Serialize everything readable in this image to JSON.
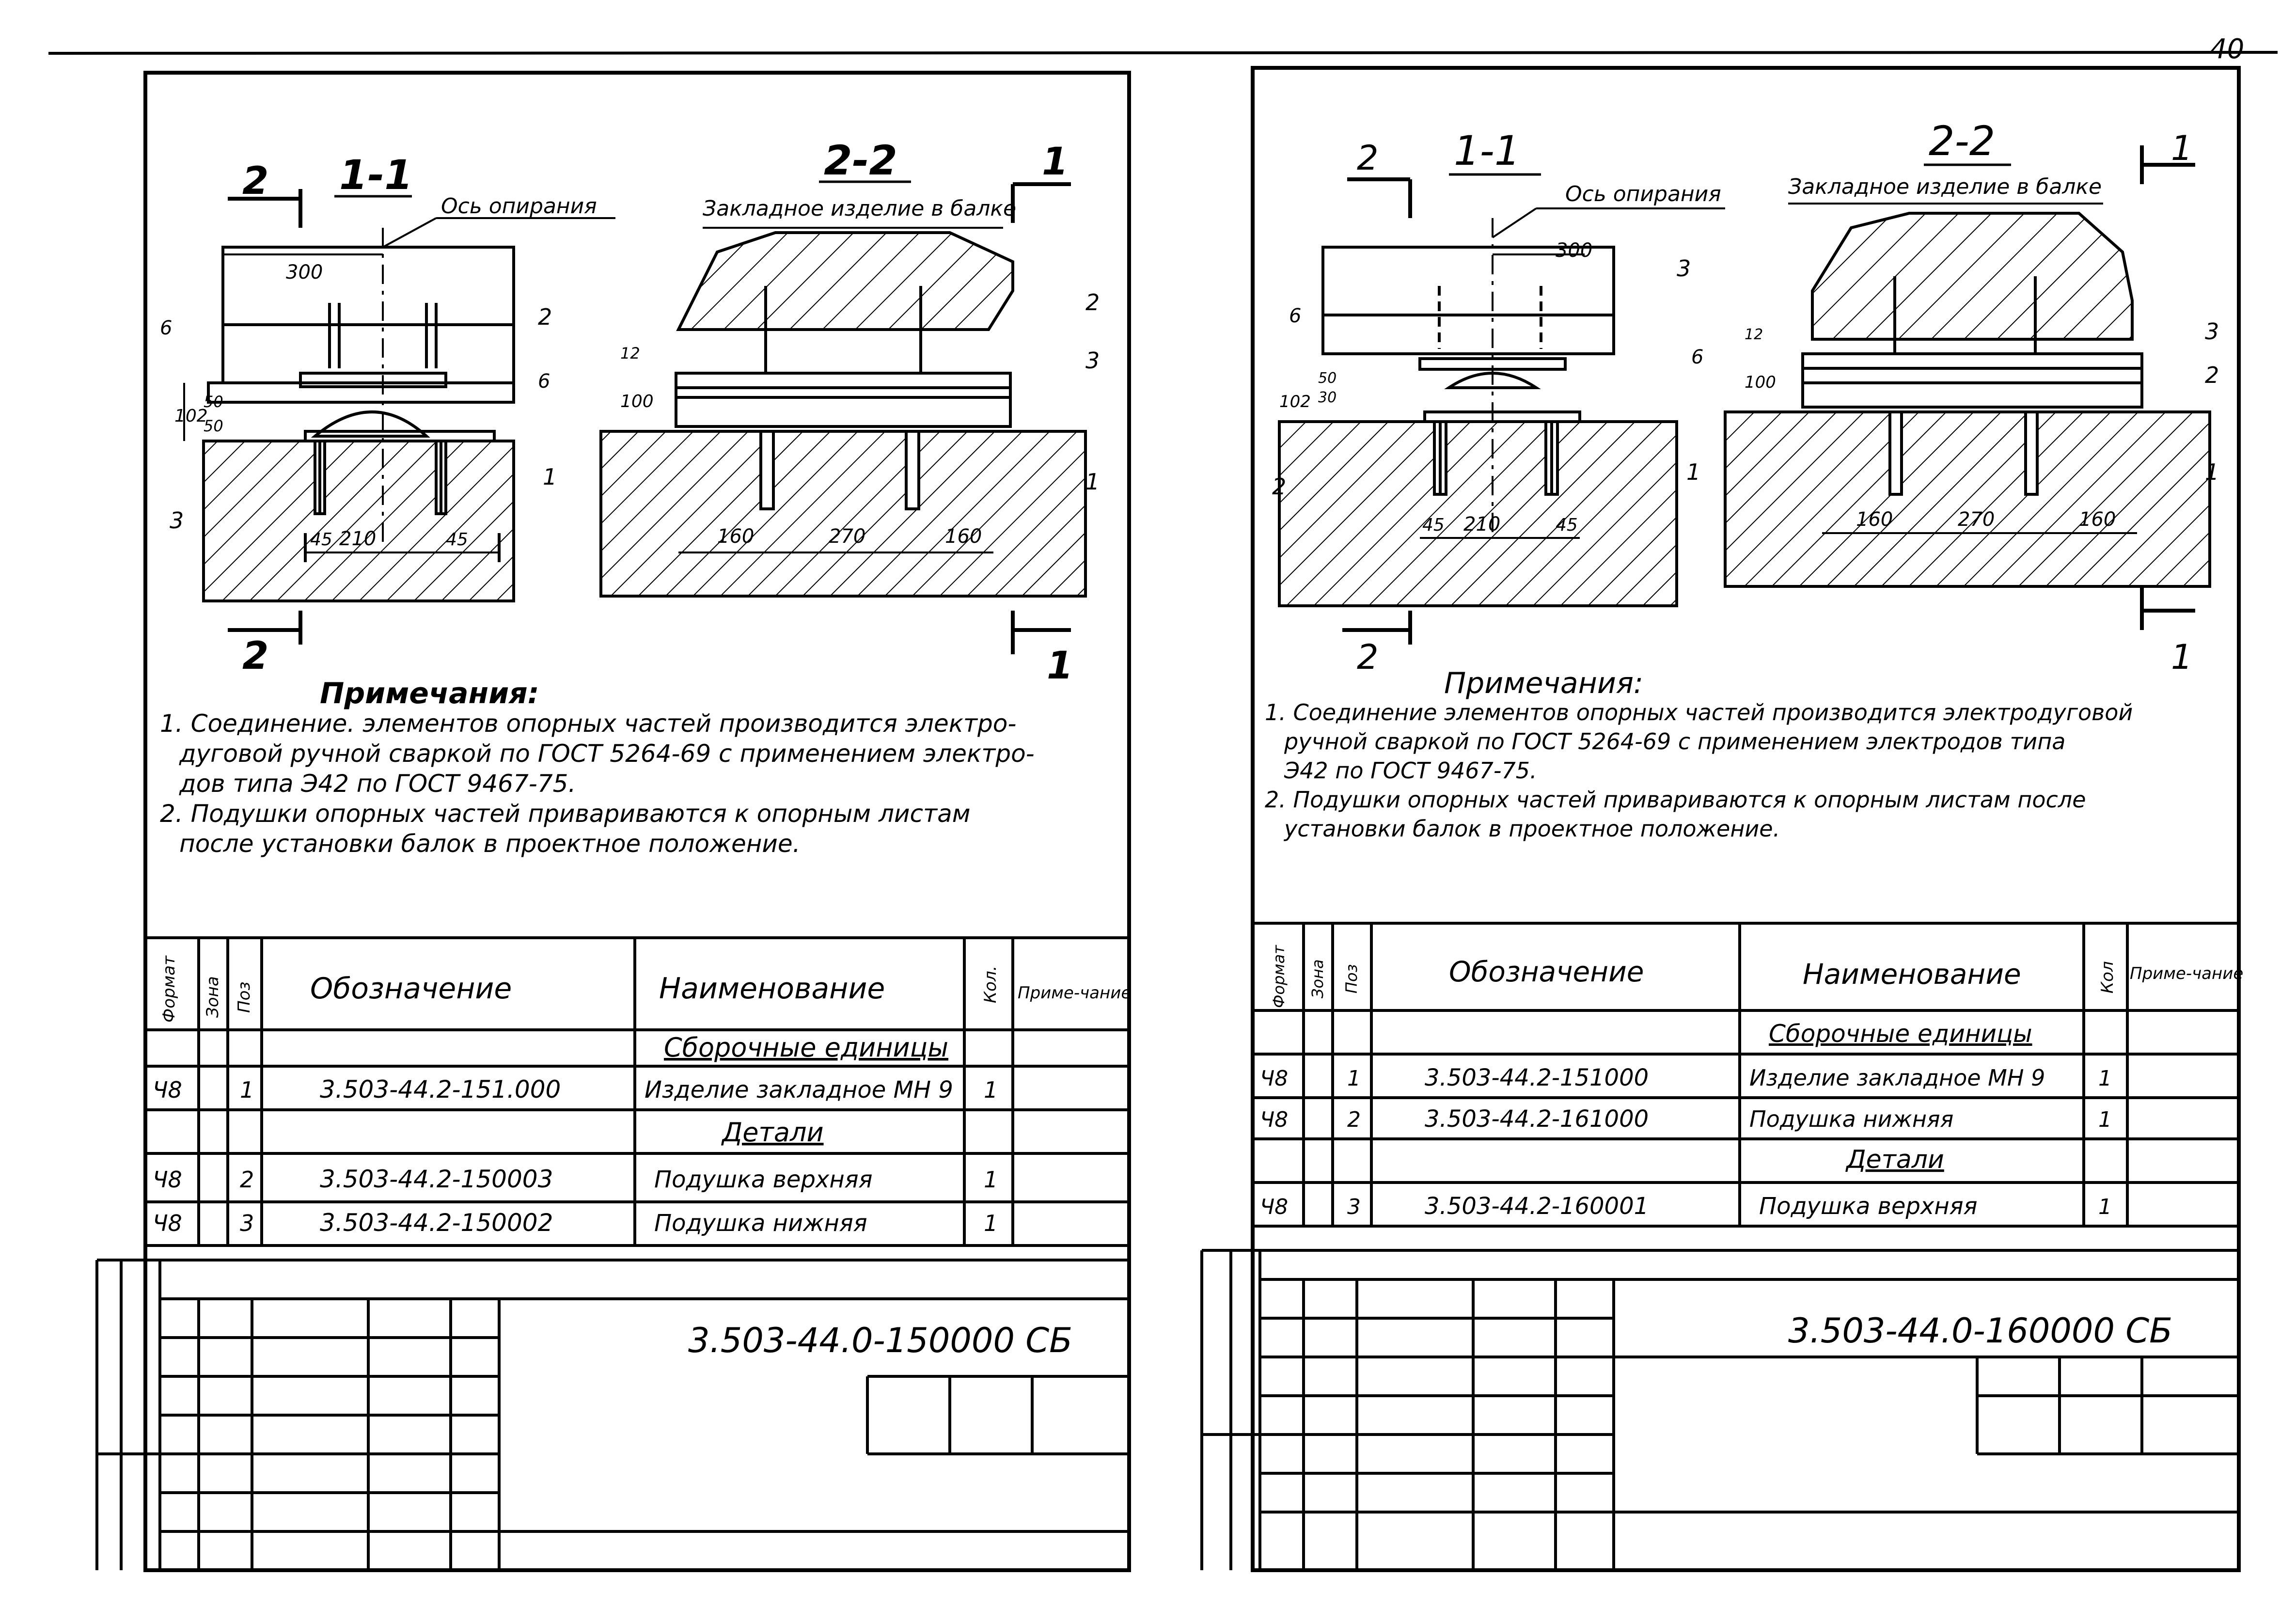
{
  "page_number": "40",
  "sheets": [
    {
      "section_1": "1-1",
      "section_2": "2-2",
      "cut_a": "2",
      "cut_b": "1",
      "axis_label": "Ось опирания",
      "embed_label": "Закладное изделие в балке",
      "dims": {
        "d300": "300",
        "d102": "102",
        "d50a": "50",
        "d50b": "50",
        "d12": "12",
        "d100": "100",
        "d45a": "45",
        "d210": "210",
        "d45b": "45",
        "d160a": "160",
        "d270": "270",
        "d160b": "160",
        "weld": "6"
      },
      "callouts": {
        "c2": "2",
        "c3": "3",
        "c1": "1"
      },
      "notes_title": "Примечания:",
      "notes": [
        "1. Соединение. элементов опорных частей производится электро-",
        "дуговой ручной сваркой по ГОСТ 5264-69 с применением электро-",
        "дов типа Э42 по ГОСТ 9467-75.",
        "2. Подушки опорных частей привариваются к опорным листам",
        "после установки балок в проектное положение."
      ],
      "table_headers": [
        "Формат",
        "Зона",
        "Поз",
        "Обозначение",
        "Наименование",
        "Кол.",
        "Приме-чание"
      ],
      "rows": [
        {
          "fmt": "",
          "pos": "",
          "code": "",
          "name": "Сборочные единицы",
          "qty": ""
        },
        {
          "fmt": "Ч8",
          "pos": "1",
          "code": "3.503-44.2-151.000",
          "name": "Изделие закладное МН 9",
          "qty": "1"
        },
        {
          "fmt": "",
          "pos": "",
          "code": "",
          "name": "Детали",
          "qty": ""
        },
        {
          "fmt": "Ч8",
          "pos": "2",
          "code": "3.503-44.2-150003",
          "name": "Подушка верхняя",
          "qty": "1"
        },
        {
          "fmt": "Ч8",
          "pos": "3",
          "code": "3.503-44.2-150002",
          "name": "Подушка нижняя",
          "qty": "1"
        }
      ],
      "designation": "3.503-44.0-150000 СБ"
    },
    {
      "section_1": "1-1",
      "section_2": "2-2",
      "cut_a": "2",
      "cut_b": "1",
      "axis_label": "Ось опирания",
      "embed_label": "Закладное изделие в балке",
      "dims": {
        "d300": "300",
        "d102": "102",
        "d50a": "50",
        "d50b": "30",
        "d12": "12",
        "d100": "100",
        "d45a": "45",
        "d210": "210",
        "d45b": "45",
        "d160a": "160",
        "d270": "270",
        "d160b": "160",
        "weld": "6"
      },
      "callouts": {
        "c2": "2",
        "c3": "3",
        "c1": "1"
      },
      "notes_title": "Примечания:",
      "notes": [
        "1. Соединение элементов опорных частей производится электродуговой",
        "ручной сваркой по ГОСТ 5264-69 с применением электродов типа",
        "Э42 по ГОСТ 9467-75.",
        "2. Подушки опорных частей привариваются к опорным листам после",
        "установки балок в проектное положение."
      ],
      "table_headers": [
        "Формат",
        "Зона",
        "Поз",
        "Обозначение",
        "Наименование",
        "Кол",
        "Приме-чание"
      ],
      "rows": [
        {
          "fmt": "",
          "pos": "",
          "code": "",
          "name": "Сборочные единицы",
          "qty": ""
        },
        {
          "fmt": "Ч8",
          "pos": "1",
          "code": "3.503-44.2-151000",
          "name": "Изделие закладное МН 9",
          "qty": "1"
        },
        {
          "fmt": "Ч8",
          "pos": "2",
          "code": "3.503-44.2-161000",
          "name": "Подушка нижняя",
          "qty": "1"
        },
        {
          "fmt": "",
          "pos": "",
          "code": "",
          "name": "Детали",
          "qty": ""
        },
        {
          "fmt": "Ч8",
          "pos": "3",
          "code": "3.503-44.2-160001",
          "name": "Подушка верхняя",
          "qty": "1"
        }
      ],
      "designation": "3.503-44.0-160000 СБ"
    }
  ]
}
